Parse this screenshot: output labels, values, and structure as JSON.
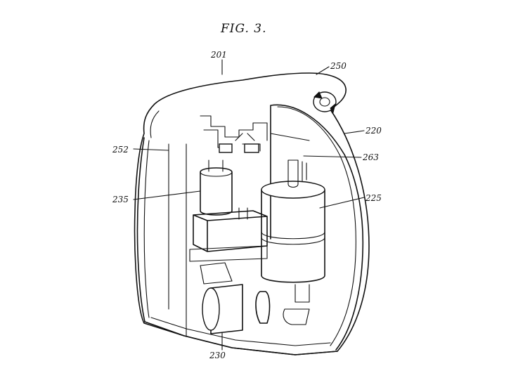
{
  "figure": {
    "title": "FIG. 3.",
    "labels": {
      "l201": "201",
      "l250": "250",
      "l220": "220",
      "l252": "252",
      "l263": "263",
      "l235": "235",
      "l225": "225",
      "l230": "230"
    }
  }
}
